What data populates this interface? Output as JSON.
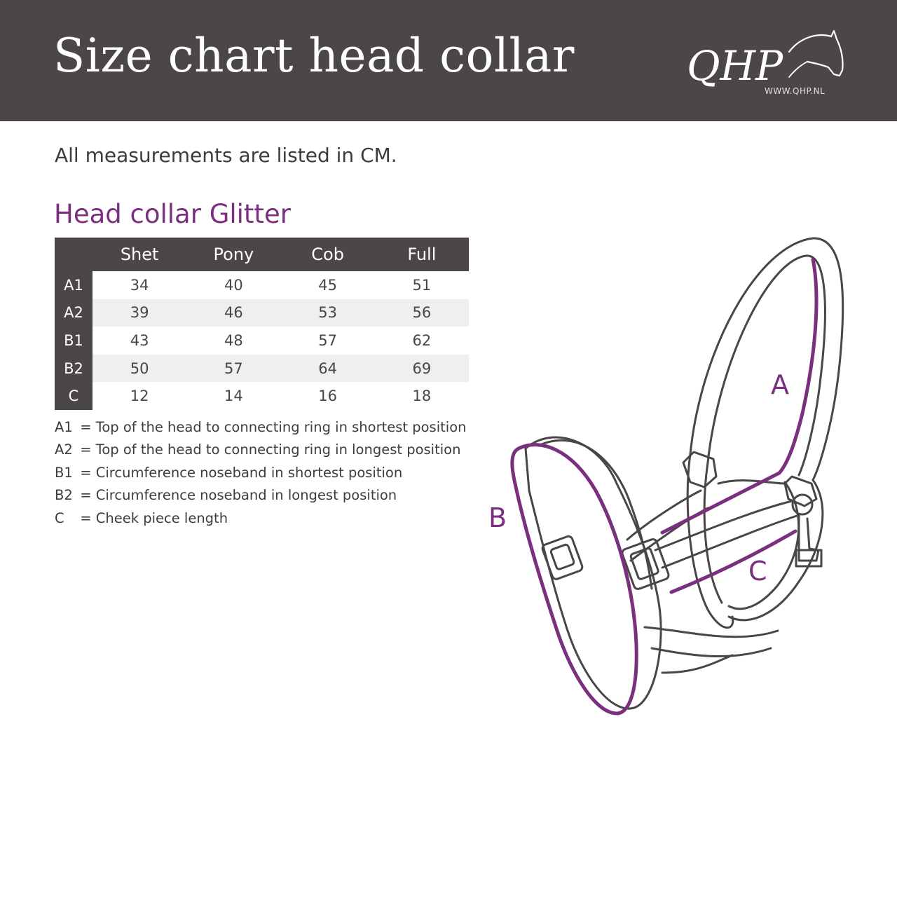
{
  "header": {
    "title": "Size chart head collar",
    "logo_text": "QHP",
    "logo_url_text": "WWW.QHP.NL"
  },
  "subtitle": "All measurements are listed in CM.",
  "section_title": "Head collar Glitter",
  "table": {
    "columns": [
      "Shet",
      "Pony",
      "Cob",
      "Full"
    ],
    "rows": [
      {
        "label": "A1",
        "values": [
          "34",
          "40",
          "45",
          "51"
        ]
      },
      {
        "label": "A2",
        "values": [
          "39",
          "46",
          "53",
          "56"
        ]
      },
      {
        "label": "B1",
        "values": [
          "43",
          "48",
          "57",
          "62"
        ]
      },
      {
        "label": "B2",
        "values": [
          "50",
          "57",
          "64",
          "69"
        ]
      },
      {
        "label": "C",
        "values": [
          "12",
          "14",
          "16",
          "18"
        ]
      }
    ]
  },
  "legend": [
    {
      "code": "A1",
      "text": "= Top of the head to connecting ring in shortest position"
    },
    {
      "code": "A2",
      "text": "= Top of the head to connecting ring in longest position"
    },
    {
      "code": "B1",
      "text": "= Circumference noseband in shortest position"
    },
    {
      "code": "B2",
      "text": "= Circumference noseband in longest position"
    },
    {
      "code": "C",
      "text": "= Cheek piece length"
    }
  ],
  "diagram": {
    "labels": {
      "a": "A",
      "b": "B",
      "c": "C"
    }
  },
  "colors": {
    "header_bg": "#4b4647",
    "accent_purple": "#7a2f7f",
    "row_alt": "#efeef0"
  }
}
